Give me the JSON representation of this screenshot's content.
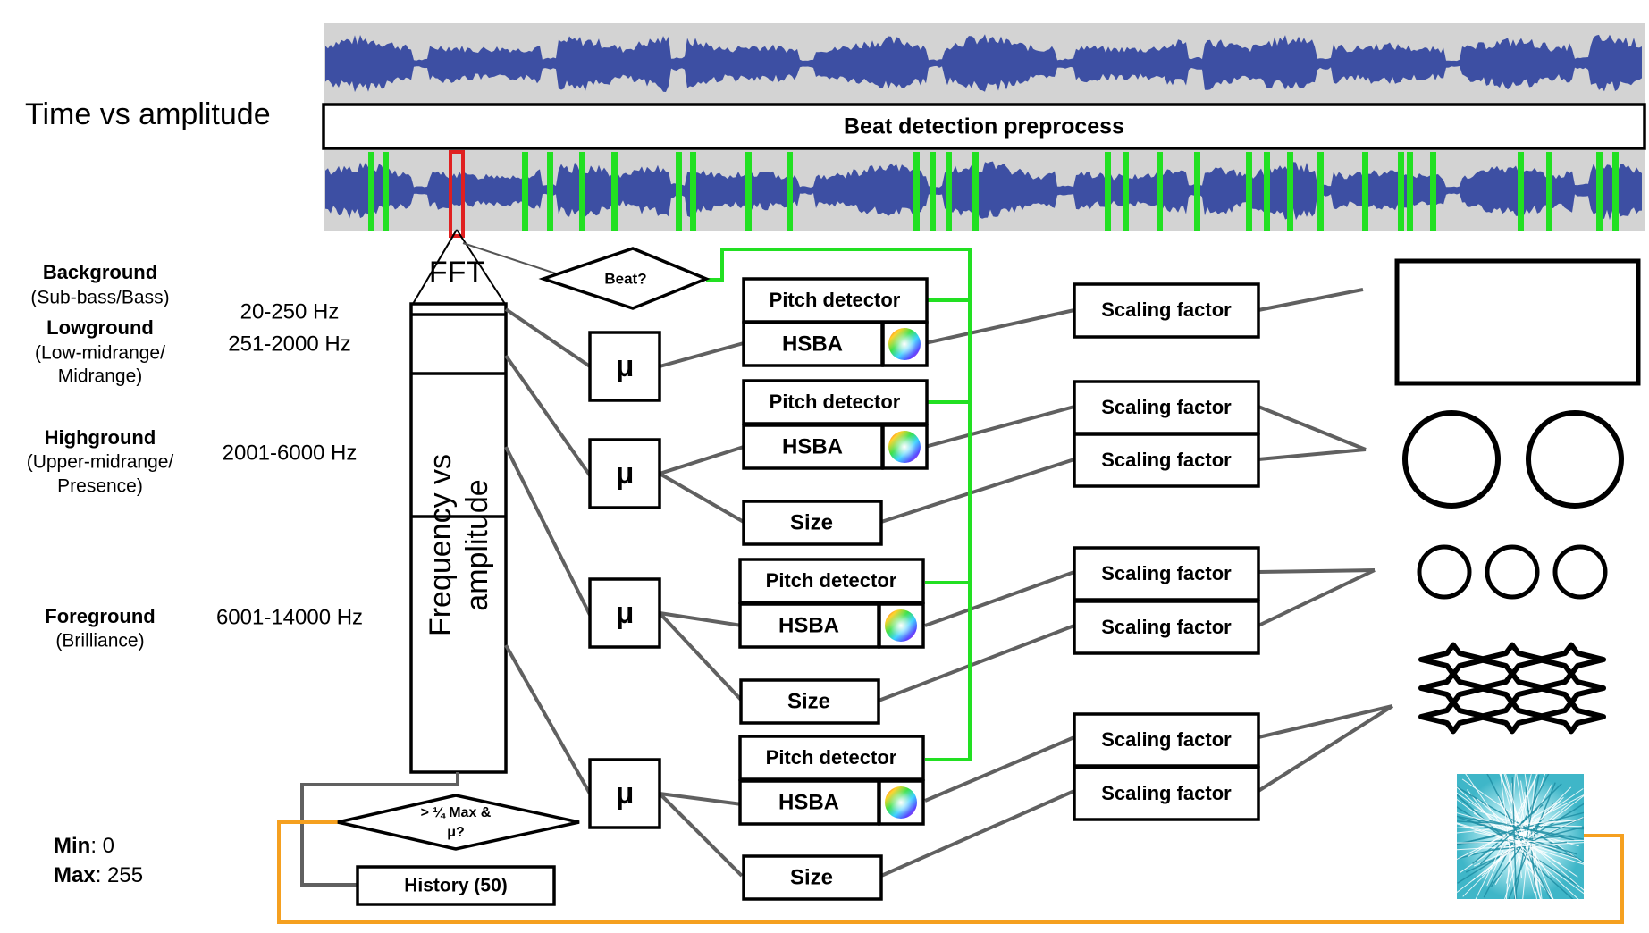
{
  "title": "Time vs amplitude",
  "preprocess_label": "Beat detection preprocess",
  "fft_label": "FFT",
  "freq_label_line1": "Frequency vs",
  "freq_label_line2": "amplitude",
  "beat_label": "Beat?",
  "threshold_line1": "> ¼ Max &",
  "threshold_line2": "μ?",
  "history_label": "History (50)",
  "mu_label": "μ",
  "pitch_label": "Pitch detector",
  "hsba_label": "HSBA",
  "size_label": "Size",
  "scaling_label": "Scaling factor",
  "bands": [
    {
      "name": "Background",
      "sub": "(Sub-bass/Bass)",
      "range": ""
    },
    {
      "name": "Lowground",
      "sub1": "(Low-midrange/",
      "sub2": "Midrange)",
      "range": ""
    },
    {
      "name": "Highground",
      "sub1": "(Upper-midrange/",
      "sub2": "Presence)",
      "range": "2001-6000 Hz"
    },
    {
      "name": "Foreground",
      "sub": "(Brilliance)",
      "range": "6001-14000 Hz"
    }
  ],
  "range_background": "20-250 Hz",
  "range_lowground": "251-2000 Hz",
  "min_label": "Min",
  "min_value": ": 0",
  "max_label": "Max",
  "max_value": ": 255",
  "colors": {
    "waveform": "#3d4fa3",
    "wave_bg": "#d3d3d3",
    "beat_marker": "#22e022",
    "current_window": "#e02020",
    "connector": "#606060",
    "history_loop": "#f5a020"
  }
}
